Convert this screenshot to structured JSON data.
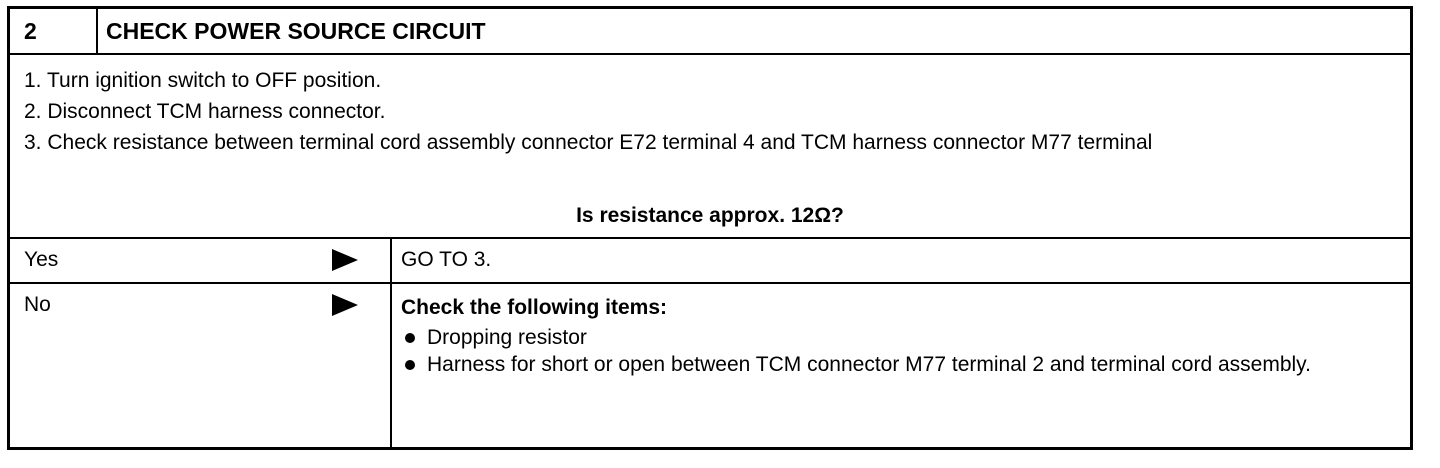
{
  "step": {
    "number": "2",
    "title": "CHECK POWER SOURCE CIRCUIT"
  },
  "instructions": [
    "1.  Turn ignition switch to OFF position.",
    "2.  Disconnect TCM harness connector.",
    "3.  Check resistance between terminal cord assembly connector E72 terminal 4 and TCM harness connector M77 terminal"
  ],
  "question": "Is resistance approx. 12Ω?",
  "answers": {
    "yes": {
      "label": "Yes",
      "result": "GO TO 3."
    },
    "no": {
      "label": "No",
      "result_heading": "Check the following items:",
      "items": [
        "Dropping resistor",
        "Harness for short or open between TCM connector M77 terminal 2 and terminal cord assembly."
      ]
    }
  }
}
